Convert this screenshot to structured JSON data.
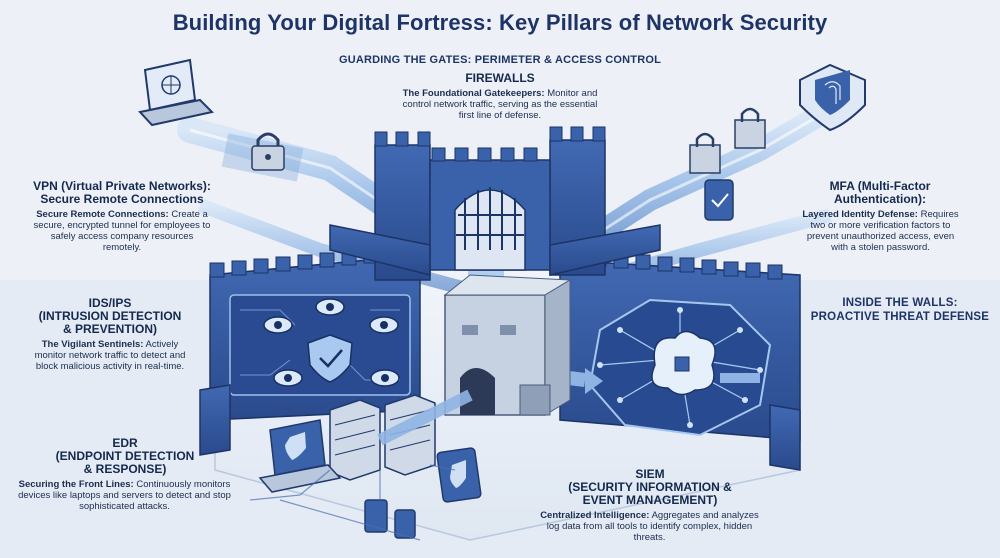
{
  "title": "Building Your Digital Fortress: Key Pillars of Network Security",
  "sections": {
    "perimeter": "GUARDING THE GATES: PERIMETER & ACCESS CONTROL",
    "inside": "INSIDE THE WALLS:\nPROACTIVE THREAT DEFENSE"
  },
  "blocks": {
    "firewalls": {
      "heading": "FIREWALLS",
      "lead": "The Foundational Gatekeepers:",
      "text": " Monitor and control network traffic, serving as the essential first line of defense."
    },
    "vpn": {
      "heading": "VPN (Virtual Private Networks):\nSecure Remote Connections",
      "lead": "Secure Remote Connections:",
      "text": " Create a secure, encrypted tunnel for employees to safely access company resources remotely."
    },
    "mfa": {
      "heading": "MFA (Multi-Factor\nAuthentication):",
      "lead": "Layered Identity Defense:",
      "text": " Requires two or more verification factors to prevent unauthorized access, even with a stolen password."
    },
    "ids": {
      "heading": "IDS/IPS\n(INTRUSION DETECTION\n& PREVENTION)",
      "lead": "The Vigilant Sentinels:",
      "text": " Actively monitor network traffic to detect and block malicious activity in real-time."
    },
    "edr": {
      "heading": "EDR\n(ENDPOINT DETECTION\n& RESPONSE)",
      "lead": "Securing the Front Lines:",
      "text": " Continuously monitors devices like laptops and servers to detect and stop sophisticated attacks."
    },
    "siem": {
      "heading": "SIEM\n(SECURITY INFORMATION &\nEVENT MANAGEMENT)",
      "lead": "Centralized Intelligence:",
      "text": " Aggregates and analyzes log data from all tools to identify complex, hidden threats."
    }
  },
  "colors": {
    "navy": "#1e3466",
    "castle_blue": "#3a5fa8",
    "castle_dark": "#243f7a",
    "tube_blue": "#8fb4e3",
    "panel_dark": "#23407d"
  },
  "icons": [
    "laptop-icon",
    "padlock-icon",
    "fingerprint-shield-icon",
    "eye-icon",
    "shield-check-icon",
    "brain-circuit-icon",
    "server-icon",
    "phone-icon",
    "tablet-icon"
  ]
}
